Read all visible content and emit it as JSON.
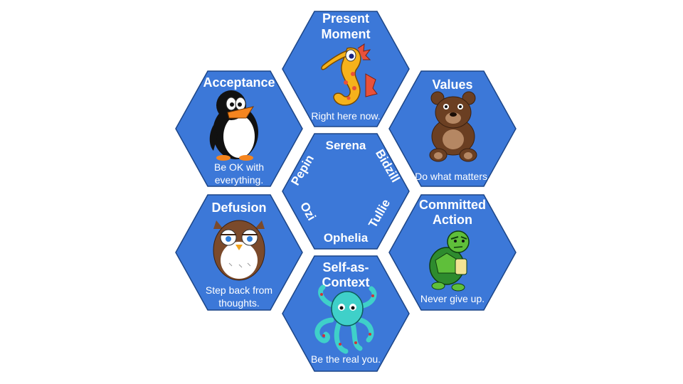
{
  "center": {
    "names": [
      "Serena",
      "Bidzill",
      "Tullie",
      "Ophelia",
      "Ozi",
      "Pepin"
    ]
  },
  "hexes": {
    "present_moment": {
      "title": [
        "Present",
        "Moment"
      ],
      "caption": [
        "Right here now."
      ],
      "icon": "seahorse-icon"
    },
    "acceptance": {
      "title": [
        "Acceptance"
      ],
      "caption": [
        "Be OK with",
        "everything."
      ],
      "icon": "penguin-icon"
    },
    "values": {
      "title": [
        "Values"
      ],
      "caption": [
        "Do what matters."
      ],
      "icon": "bear-icon"
    },
    "defusion": {
      "title": [
        "Defusion"
      ],
      "caption": [
        "Step back from",
        "thoughts."
      ],
      "icon": "owl-icon"
    },
    "committed_action": {
      "title": [
        "Committed",
        "Action"
      ],
      "caption": [
        "Never give up."
      ],
      "icon": "turtle-icon"
    },
    "self_as_context": {
      "title": [
        "Self-as-",
        "Context"
      ],
      "caption": [
        "Be the real you."
      ],
      "icon": "octopus-icon"
    }
  },
  "colors": {
    "hex_fill": "#3c78d8",
    "hex_stroke": "#1c4587",
    "text": "#ffffff"
  }
}
